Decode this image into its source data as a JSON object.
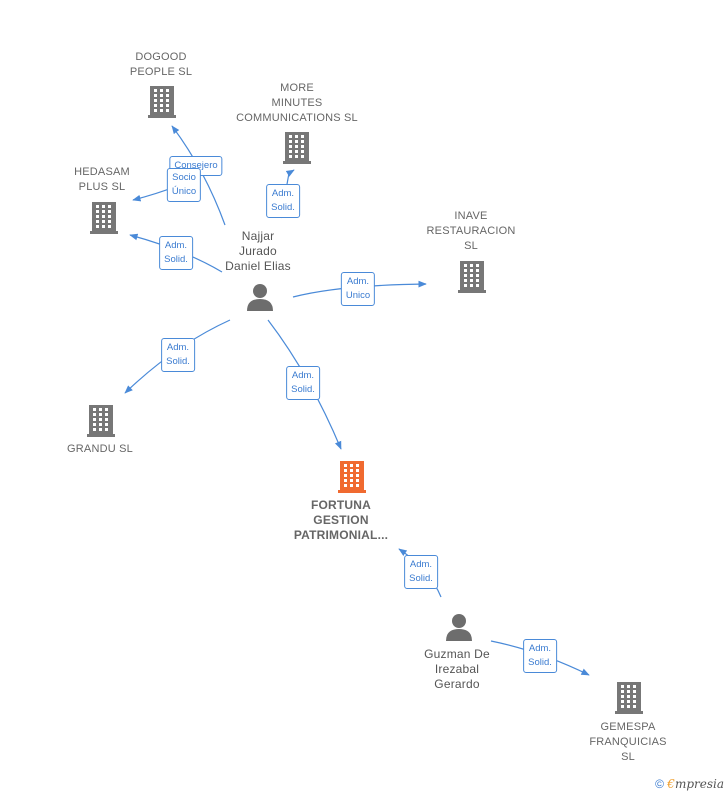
{
  "colors": {
    "edge": "#4a8ad8",
    "company_icon": "#777777",
    "focus_icon": "#f06a30",
    "person_icon": "#6d6d6d"
  },
  "nodes": [
    {
      "id": "dogood",
      "kind": "company",
      "label": "DOGOOD\nPEOPLE  SL"
    },
    {
      "id": "more",
      "kind": "company",
      "label": "MORE\nMINUTES\nCOMMUNICATIONS SL"
    },
    {
      "id": "hedasam",
      "kind": "company",
      "label": "HEDASAM\nPLUS  SL"
    },
    {
      "id": "inave",
      "kind": "company",
      "label": "INAVE\nRESTAURACION\nSL"
    },
    {
      "id": "najjar",
      "kind": "person",
      "label": "Najjar\nJurado\nDaniel Elias"
    },
    {
      "id": "grandu",
      "kind": "company",
      "label": "GRANDU SL"
    },
    {
      "id": "fortuna",
      "kind": "focus",
      "label": "FORTUNA\nGESTION\nPATRIMONIAL..."
    },
    {
      "id": "guzman",
      "kind": "person",
      "label": "Guzman De\nIrezabal\nGerardo"
    },
    {
      "id": "gemespa",
      "kind": "company",
      "label": "GEMESPA\nFRANQUICIAS\nSL"
    }
  ],
  "edges": [
    {
      "from": "najjar",
      "to": "dogood",
      "label": "Consejero"
    },
    {
      "from": "najjar",
      "to": "hedasam",
      "label": "Socio\nÚnico"
    },
    {
      "from": "najjar",
      "to": "more",
      "label": "Adm.\nSolid."
    },
    {
      "from": "najjar",
      "to": "hedasam",
      "label": "Adm.\nSolid."
    },
    {
      "from": "najjar",
      "to": "inave",
      "label": "Adm.\nUnico"
    },
    {
      "from": "najjar",
      "to": "grandu",
      "label": "Adm.\nSolid."
    },
    {
      "from": "najjar",
      "to": "fortuna",
      "label": "Adm.\nSolid."
    },
    {
      "from": "guzman",
      "to": "fortuna",
      "label": "Adm.\nSolid."
    },
    {
      "from": "guzman",
      "to": "gemespa",
      "label": "Adm.\nSolid."
    }
  ],
  "brand": {
    "copyright": "©",
    "e": "€",
    "rest": "mpresia"
  }
}
